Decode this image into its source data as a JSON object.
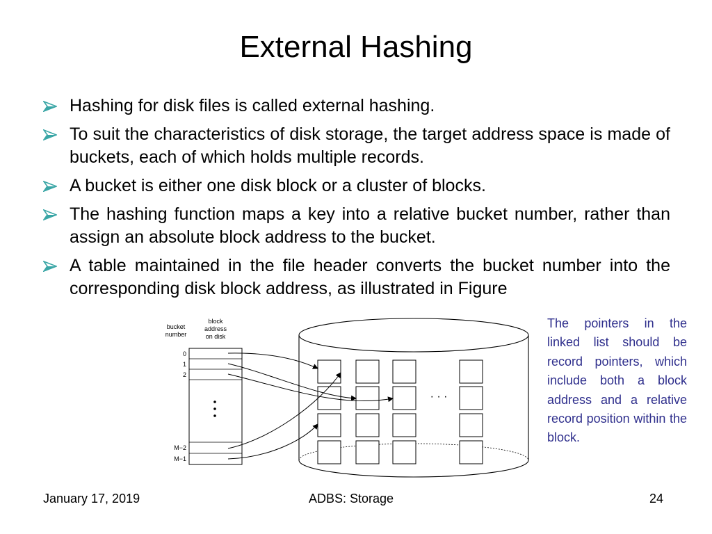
{
  "slide": {
    "title": "External Hashing",
    "bullets": [
      "Hashing for disk files is called external hashing.",
      "To suit the characteristics of disk storage, the target address space is made of buckets, each of which holds multiple records.",
      "A bucket is either one disk block or a cluster of  blocks.",
      "The hashing function maps a key into a relative bucket number, rather than assign an absolute block address to the bucket.",
      "A table maintained in the file header converts the bucket number into the corresponding disk block address, as illustrated in Figure"
    ],
    "note": "The pointers in the linked list should be record pointers, which include both a block address and a relative record position within the block.",
    "accent_color": "#2e2e8c",
    "bullet_color": "#3aa6a6"
  },
  "figure": {
    "header_bucket_number": [
      "bucket",
      "number"
    ],
    "header_block_address": [
      "block",
      "address",
      "on disk"
    ],
    "row_labels": [
      "0",
      "1",
      "2",
      "M−2",
      "M−1"
    ],
    "vertical_dots": "•\n•\n•",
    "ellipsis": "· · ·"
  },
  "footer": {
    "date": "January 17, 2019",
    "course": "ADBS: Storage",
    "page": "24"
  }
}
